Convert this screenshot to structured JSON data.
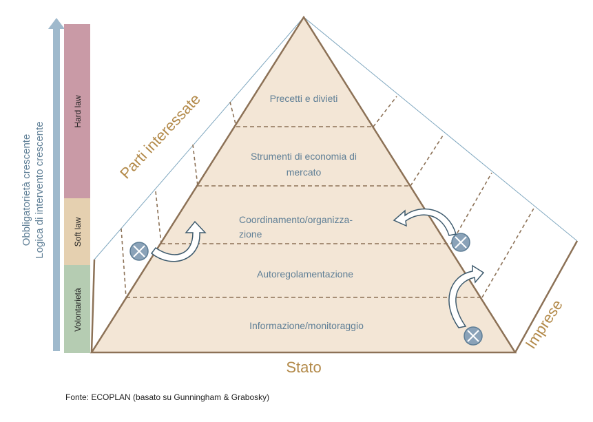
{
  "axis": {
    "line1": "Obbligatorietà crescente",
    "line2": "Logica di intervento crescente"
  },
  "bands": [
    {
      "label": "Hard law",
      "color": "#c99aa6"
    },
    {
      "label": "Soft law",
      "color": "#e5d0b0"
    },
    {
      "label": "Volontarietà",
      "color": "#b5ccb2"
    }
  ],
  "levels": [
    {
      "lines": [
        "Precetti e divieti"
      ]
    },
    {
      "lines": [
        "Strumenti di economia di",
        "mercato"
      ]
    },
    {
      "lines": [
        "Coordinamento/organizza-",
        "zione"
      ]
    },
    {
      "lines": [
        "Autoregolamentazione"
      ]
    },
    {
      "lines": [
        "Informazione/monitoraggio"
      ]
    }
  ],
  "faces": {
    "left": "Parti interessate",
    "bottom": "Stato",
    "right": "Imprese"
  },
  "source": "Fonte: ECOPLAN (basato su Gunningham & Grabosky)",
  "colors": {
    "pyramid_fill": "#f3e6d6",
    "pyramid_edge": "#8c7156",
    "outline": "#7fa7bf",
    "side_text": "#b38a4a",
    "level_text": "#5f7f96",
    "arrow": "#3e5b6e",
    "axis_arrow": "#9fb9cc"
  }
}
